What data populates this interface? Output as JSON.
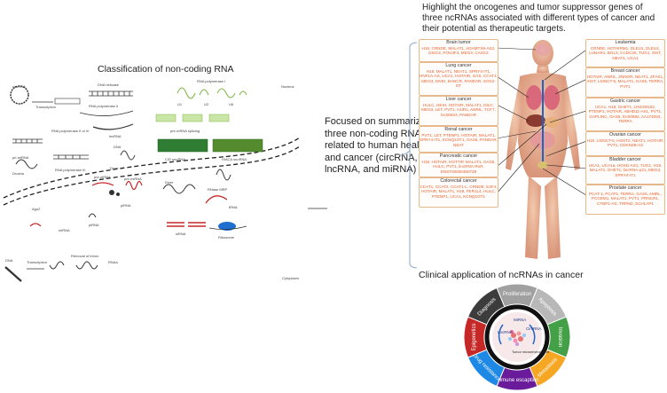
{
  "left_panel": {
    "title": "Classification of non-coding RNA",
    "labels": {
      "circrna": "circRNA",
      "dna_helicase": "DNA helicase",
      "transcription_top": "Transcription",
      "rna_polymerase_ii": "RNA polymerase II",
      "lncrna": "lncRNA",
      "rna_pol_2_or_3": "RNA polymerase II or III",
      "rna_pol_3": "RNA polymerase III",
      "pri_mirna": "pri-miRNA",
      "drosha": "Drosha",
      "mirna": "miRNA",
      "ago2": "Ago2",
      "dicer": "Dicer",
      "pre_mirna": "pre-miRNA",
      "pirna_bottom": "piRNA",
      "rnase_mrp": "RNase MRP",
      "sirna": "siRNA",
      "ribosome": "Ribosome",
      "trna": "tRNA",
      "pre_pirna": "pre-piRNA",
      "nucleus": "Nucleus",
      "cytoplasm": "Cytoplasm",
      "dna": "DNA",
      "removal_of_intron": "Removal of intron",
      "rnaa": "RNAa",
      "pre_rrna_splicing": "pre-mRNA splicing",
      "cu_snornas": "C/D snoRNA",
      "h_aca": "H/ACA snoRNA",
      "u2": "U2",
      "u6": "U6",
      "u1": "U1",
      "rna_pol_1": "RNA polymerase I"
    }
  },
  "middle_text": "Focused on summarizing three non-coding RNAs related to human health and cancer (circRNA, lncRNA, and miRNA)",
  "top_right": {
    "title": "Highlight the oncogenes and tumor suppressor genes of three ncRNAs associated with different types of cancer and their potential as therapeutic targets."
  },
  "cancer_boxes_left": [
    {
      "title": "Brain tumor",
      "genes": "H19, CRNDE, MALAT1, ADAMTS9-AS2, DISC2, POU3F3, MEG3, CASC2"
    },
    {
      "title": "Lung cancer",
      "genes": "H19, MALAT1, NEAT1, SPRY4-IT1, HNF1A-AS, UCA1, HOTAIR, GAS, CCAT1, MEG3, MVIH, BANCR, PANDAR, SOX2-OT"
    },
    {
      "title": "Liver cancer",
      "genes": "HULC, HEIH, HOTAIR, MALAT1, DILC, MEG3, LET, PVT1, HUR1, ANRIL, TCF7, lnc00624, PANDAR"
    },
    {
      "title": "Renal cancer",
      "genes": "PVT1, LET, PTENP1, HOTAIR, MALAT1, SPRY4-IT1, KCNQ1OT1, GAS5, PANDAR, NEAT"
    },
    {
      "title": "Pancreatic cancer",
      "genes": "H19, HOTAIR, HOTTIP, MALAT1, GAS5, HULC, PVT1, lincRNA-RoR, ENST00000480739"
    },
    {
      "title": "Colorectal cancer",
      "genes": "CCAT1, CCAT2, CCAT1-L, CRNDE, E2F4, HOTAIR, MALAT1, H19, FER1L4, HULC, PTENP1, UCA1, KCNQ1OT1"
    }
  ],
  "cancer_boxes_right": [
    {
      "title": "Leukemia",
      "genes": "CRNDE, HOTAIRM1, DLEU1, DLEU2, LUNAR1, BGL3, CCDC26, TUG1, XIST, NEAT1, UCA1"
    },
    {
      "title": "Breast cancer",
      "genes": "HOTAIR, ANRIL, ZNNOR, NEAT1, ZFAS1, XIST, LSINCT-5, MALAT1, GAS5, TERRA, PVT1"
    },
    {
      "title": "Gastric cancer",
      "genes": "UCA1, H19, GHET1, LINC00152, PTENP1, HOTAIR, ABHD11-AS1, PVT1, GAPLINC, GAS5, lnc00982, AA174084, TERRA"
    },
    {
      "title": "Ovarian cancer",
      "genes": "H19, LSINCT-5, HOST2, NEAT1, HOTAIR, PVT1, CDKN2B-AS"
    },
    {
      "title": "Bladder cancer",
      "genes": "UCA1, UCA1a, HOXD-AS1, TUG1, H19, MALAT1, GHET1, lincRNA-p21, MEG3, SPRY4-IT1"
    },
    {
      "title": "Prostate cancer",
      "genes": "PCAT-1, PCAT5, TERRA, GAS5, AMRL, PCGEM1, MALAT1, PVT1, PRNCR1, CTBP1-AS, TRPM2, SCHLAP1"
    }
  ],
  "clinical": {
    "title": "Clinical application of ncRNAs in cancer",
    "segments": [
      {
        "label": "Proliferation",
        "color": "#a0a0a0"
      },
      {
        "label": "Apoptosis",
        "color": "#b8b8b8"
      },
      {
        "label": "Invasion",
        "color": "#43a047"
      },
      {
        "label": "Metastasis",
        "color": "#f5a623"
      },
      {
        "label": "Immune escaption",
        "color": "#6a1b9a"
      },
      {
        "label": "Drug resistance",
        "color": "#1e88e5"
      },
      {
        "label": "Epigenetics",
        "color": "#c62828"
      },
      {
        "label": "Diagnosis",
        "color": "#3c3c3c"
      }
    ],
    "center": {
      "mirna": "MiRNA",
      "circrna": "CircRNA",
      "lncrna": "LncRNA",
      "tumor": "Tumor microenvironment"
    }
  },
  "colors": {
    "oncogene": "#e8612c",
    "suppressor": "#2a8fd0",
    "box_border": "#e6b98c",
    "connector": "#8aa6c8"
  }
}
